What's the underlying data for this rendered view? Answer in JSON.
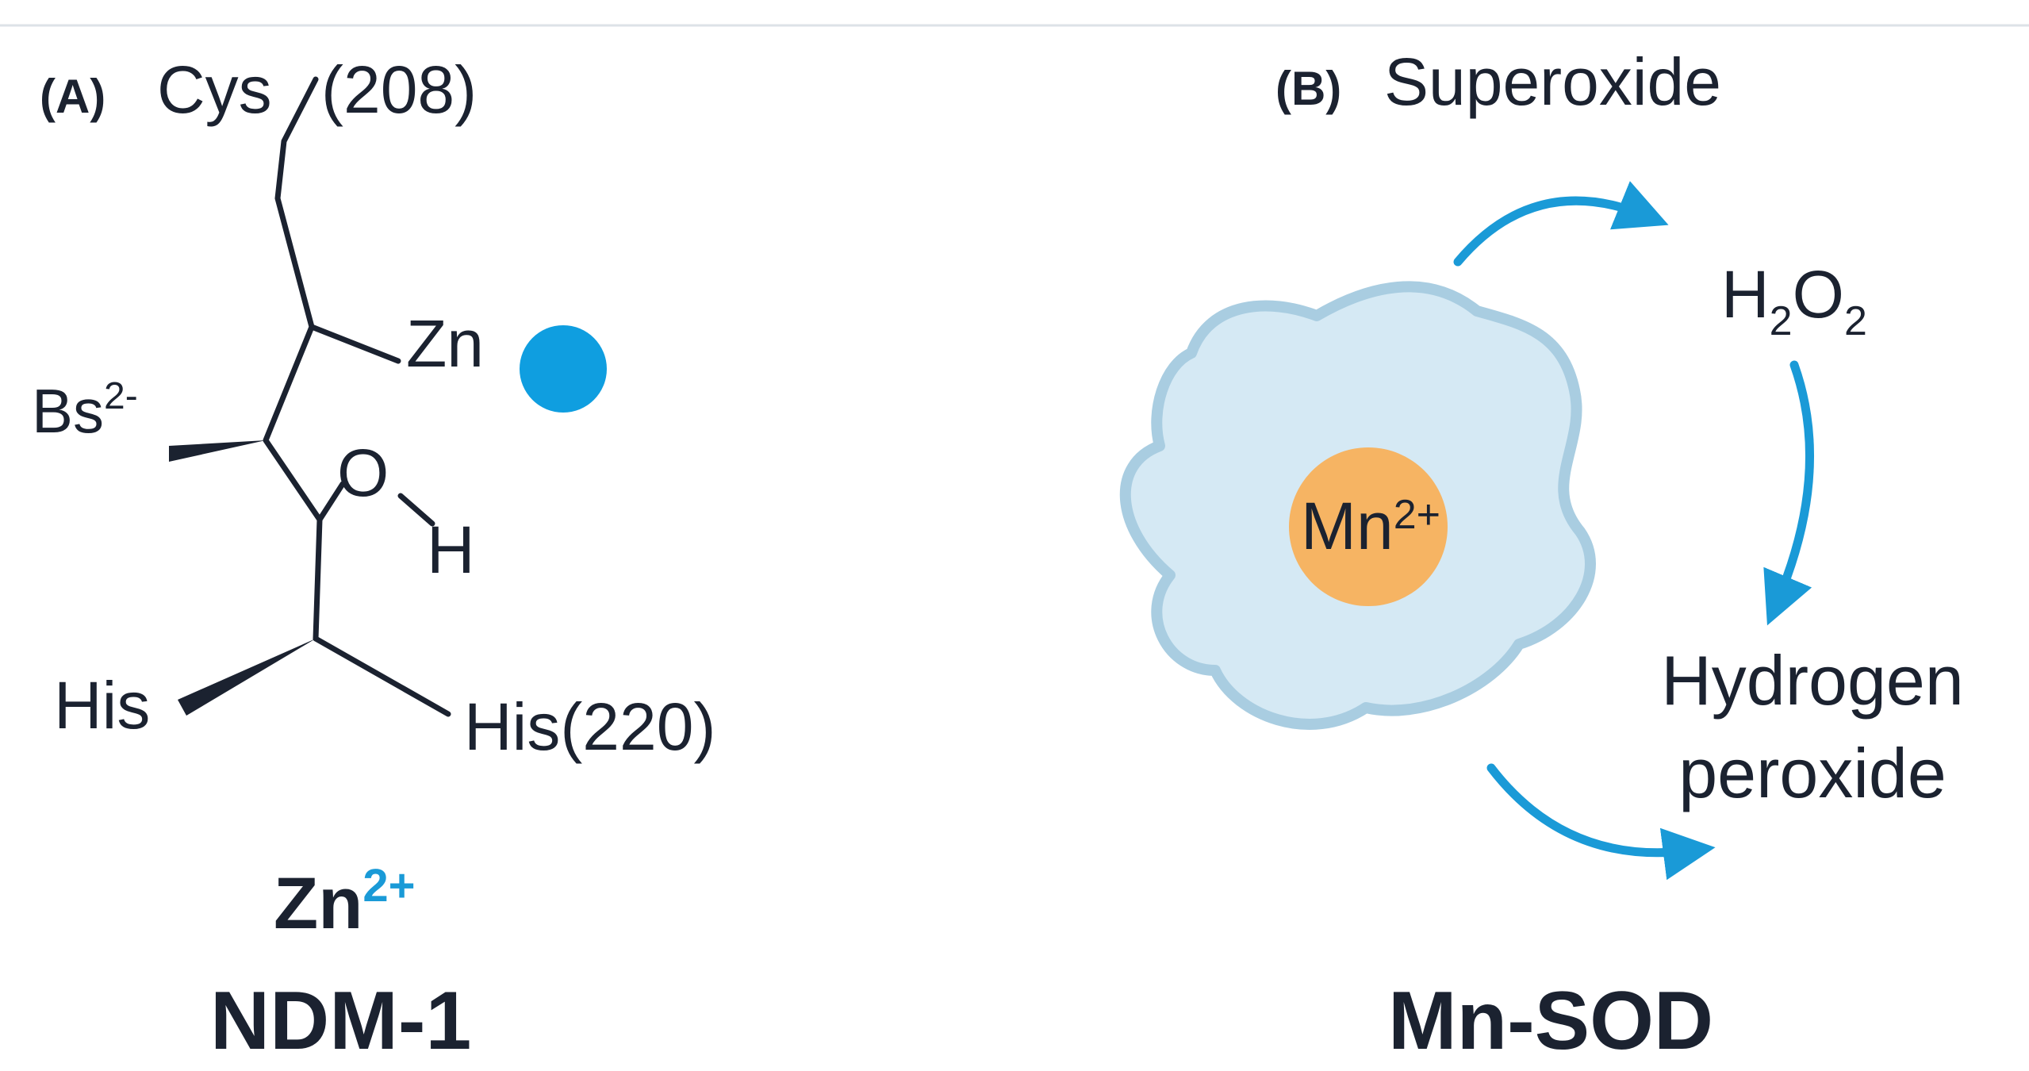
{
  "panel_a": {
    "label": "(A)",
    "cys": "Cys",
    "cys_num": "(208)",
    "zn": "Zn",
    "bs": "Bs",
    "bs_charge": "2-",
    "o": "O",
    "h": "H",
    "his_left": "His",
    "his_right": "His(220)",
    "ion": "Zn",
    "ion_charge": "2+",
    "name": "NDM-1"
  },
  "panel_b": {
    "label": "(B)",
    "title": "Superoxide",
    "h2o2_h": "H",
    "h2o2_sub1": "2",
    "h2o2_o": "O",
    "h2o2_sub2": "2",
    "product_line1": "Hydrogen",
    "product_line2": "peroxide",
    "center_ion": "Mn",
    "center_charge": "2+",
    "name": "Mn-SOD"
  },
  "colors": {
    "text": "#1b2230",
    "accent_blue": "#1a9ad7",
    "zn_dot": "#0f9ee0",
    "blob_fill": "#d5e9f4",
    "blob_stroke": "#a9cde1",
    "mn_fill": "#f6b463",
    "rule": "#dde2e7"
  }
}
